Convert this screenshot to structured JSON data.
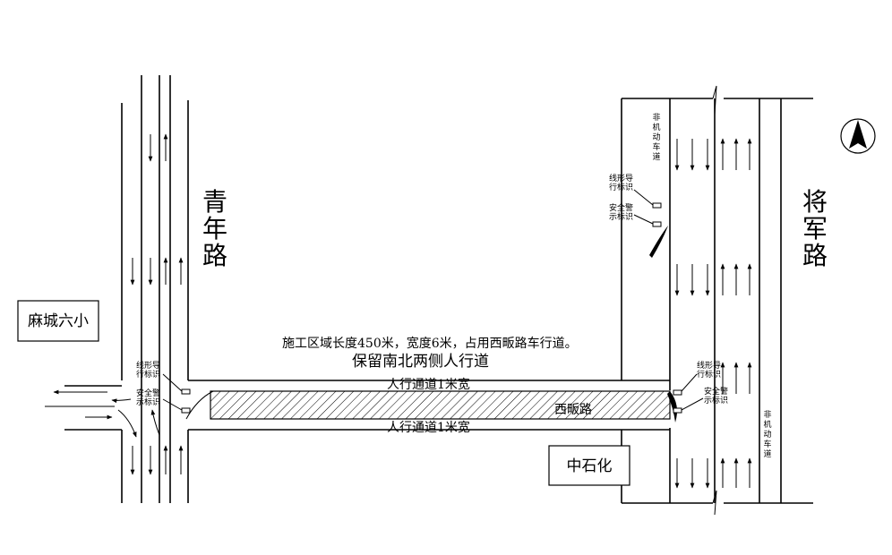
{
  "roads": {
    "qingnian": "青\n年\n路",
    "jiangjun": "将\n军\n路",
    "xiban": "西畈路"
  },
  "buildings": {
    "school": "麻城六小",
    "sinopec": "中石化"
  },
  "notes": {
    "construction": "施工区域长度450米，宽度6米，占用西畈路车行道。",
    "keep_sidewalk": "保留南北两侧人行道",
    "sidewalk_north": "人行通道1米宽",
    "sidewalk_south": "人行通道1米宽"
  },
  "signs": {
    "guide_sign": "线形导\n行标识",
    "warning_sign": "安全警\n示标识",
    "non_motor_lane": "非\n机\n动\n车\n道"
  }
}
